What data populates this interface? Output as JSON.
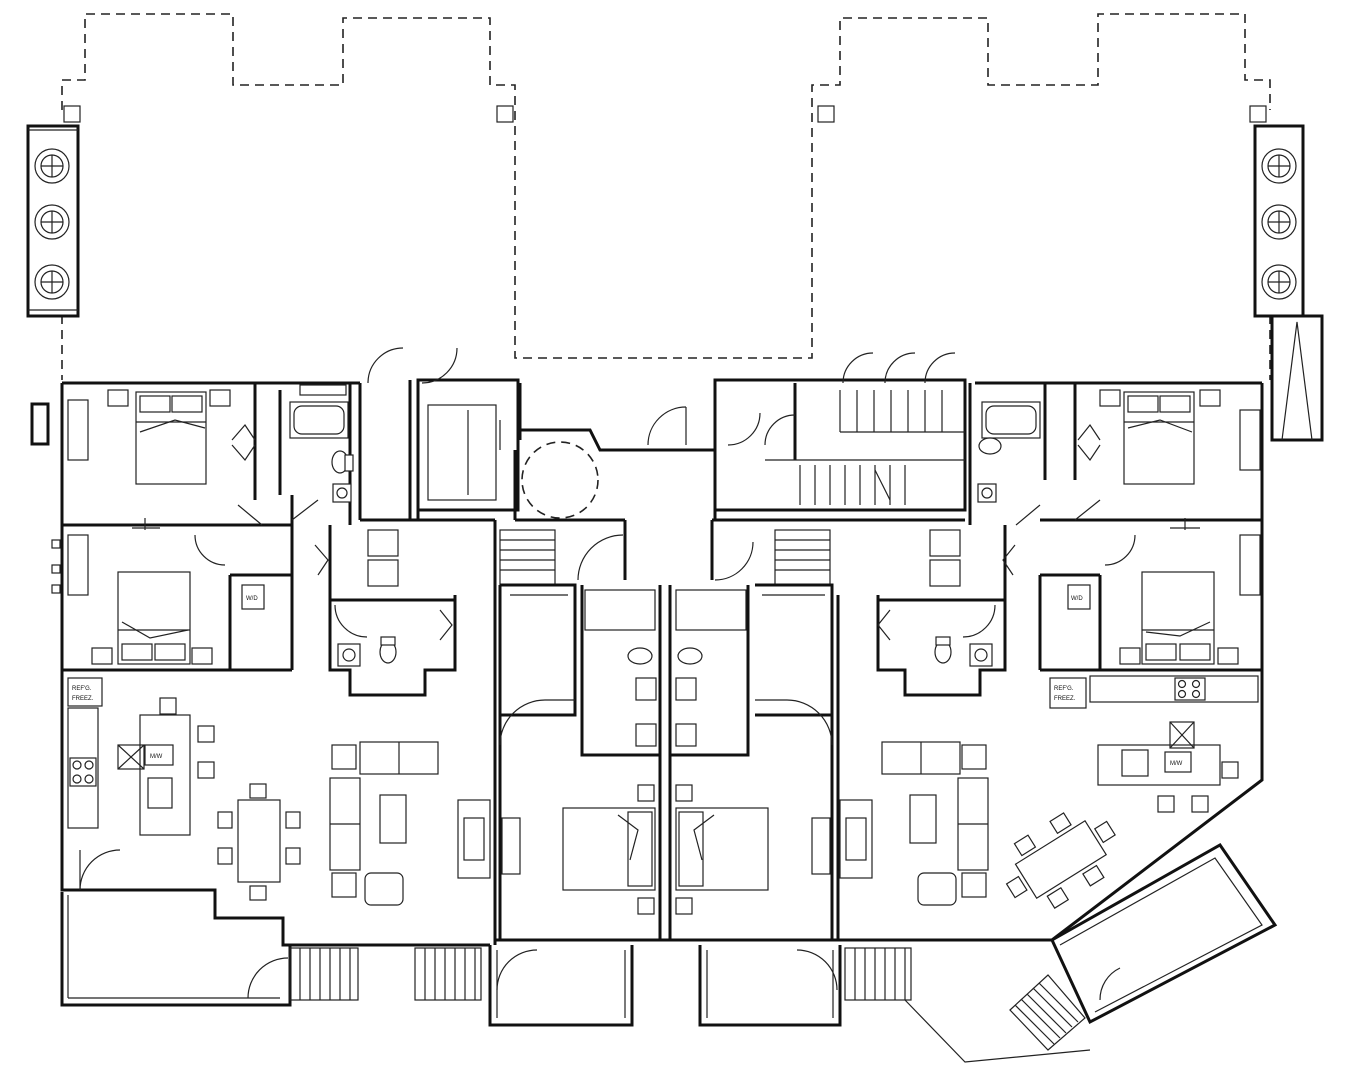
{
  "labels": {
    "mw_left": "M/W",
    "mw_right": "M/W",
    "refrig_left_1": "REF'G.",
    "refrig_left_2": "FREEZ.",
    "refrig_right_1": "REF'G.",
    "refrig_right_2": "FREEZ.",
    "washer_dryer_left": "W/D",
    "washer_dryer_right": "W/D"
  }
}
